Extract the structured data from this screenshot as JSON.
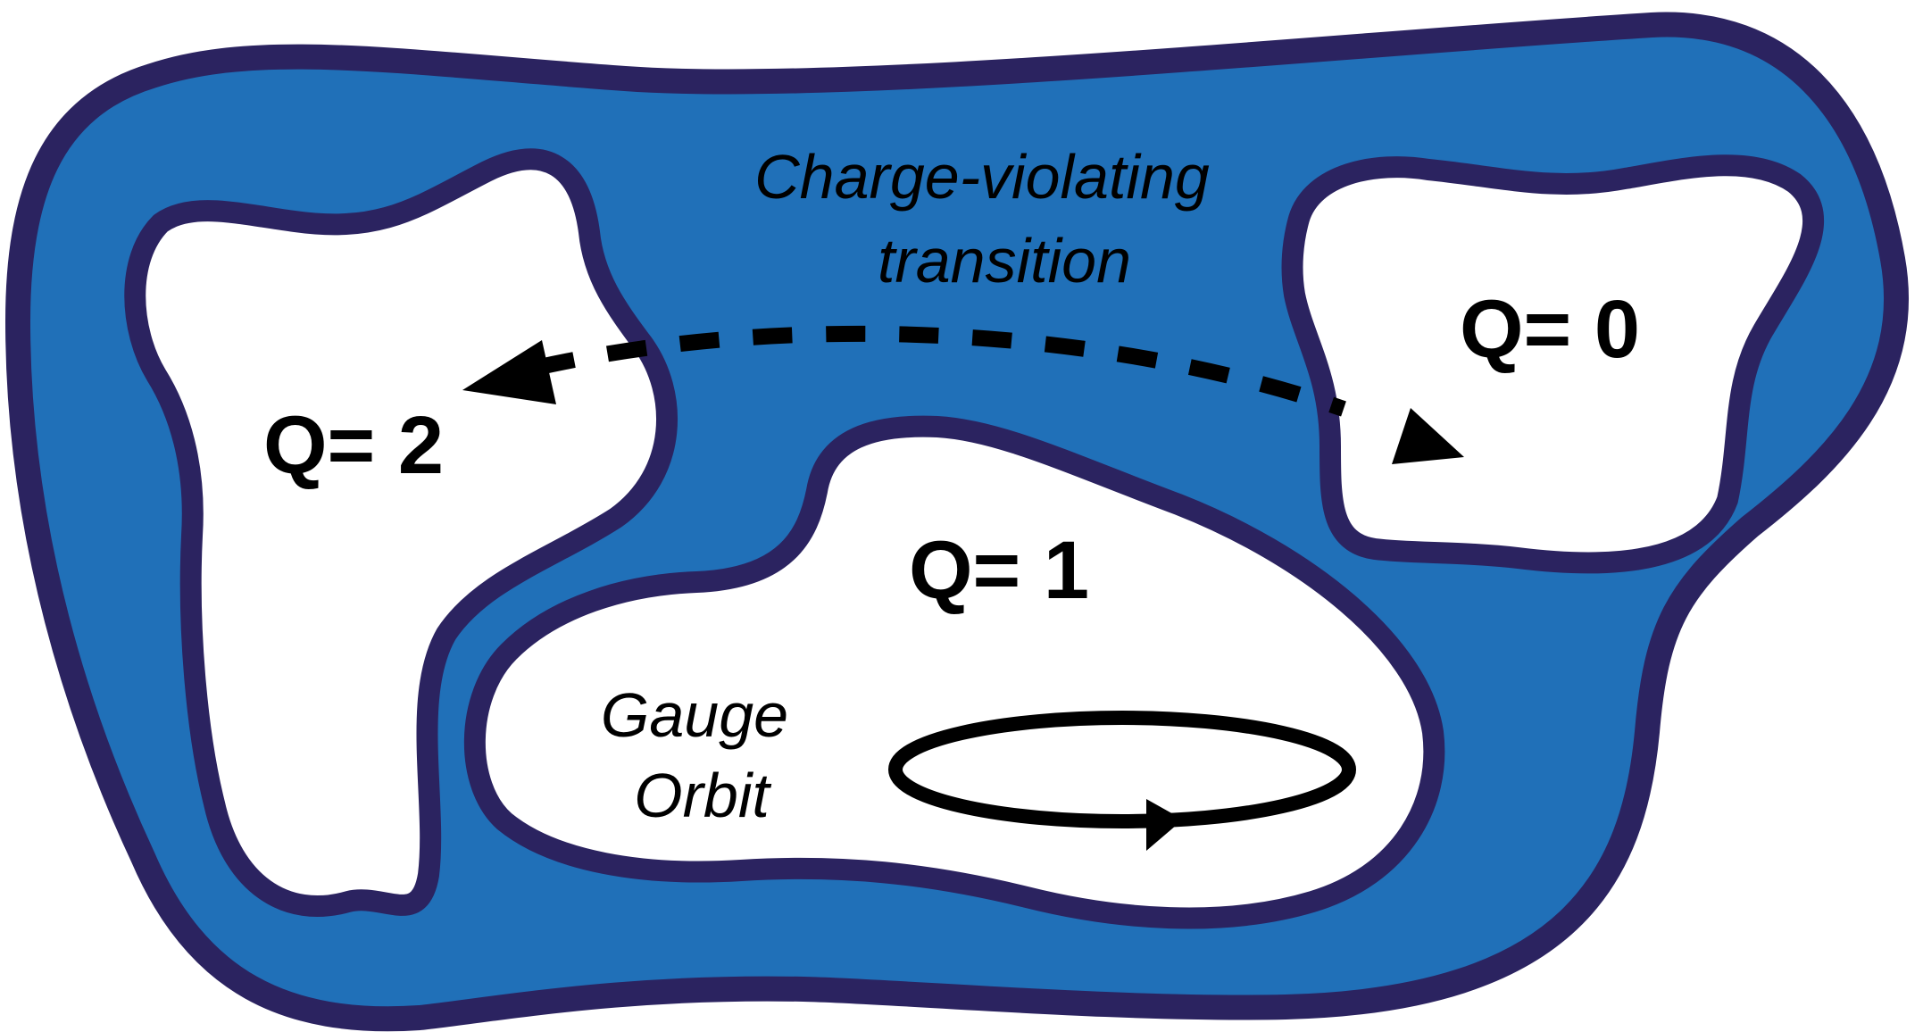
{
  "colors": {
    "background": "#ffffff",
    "outer_fill": "#2070b8",
    "outline": "#2b2360",
    "region_fill": "#ffffff",
    "ink": "#000000"
  },
  "labels": {
    "transition_line1": "Charge-violating",
    "transition_line2": "transition",
    "q2": "Q= 2",
    "q0": "Q= 0",
    "q1": "Q= 1",
    "orbit_line1": "Gauge",
    "orbit_line2": "Orbit"
  },
  "icons": {
    "transition_arrow": "double-headed-dashed-arrow-icon",
    "orbit_arrow": "loop-arrow-icon"
  }
}
